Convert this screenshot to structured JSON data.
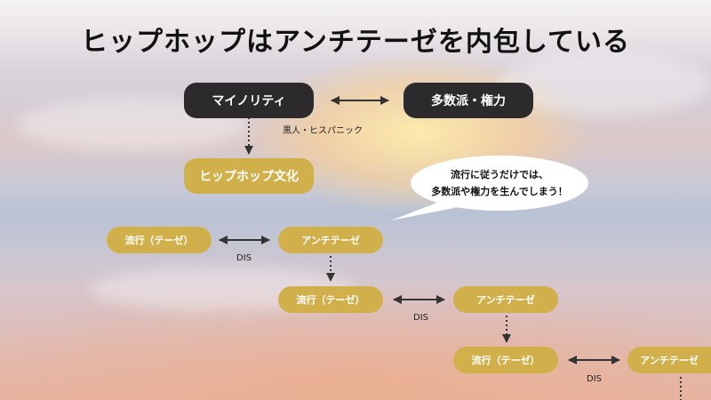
{
  "title": "ヒップホップはアンチテーゼを内包している",
  "nodes": {
    "minority": "マイノリティ",
    "majority": "多数派・権力",
    "hiphop": "ヒップホップ文化",
    "thesis_1": "流行（テーゼ）",
    "antithesis_1": "アンチテーゼ",
    "thesis_2": "流行（テーゼ）",
    "antithesis_2": "アンチテーゼ",
    "thesis_3": "流行（テーゼ）",
    "antithesis_3": "アンチテーゼ"
  },
  "labels": {
    "minority_example": "黒人・ヒスパニック",
    "dis_1": "DIS",
    "dis_2": "DIS",
    "dis_3": "DIS"
  },
  "bubble": {
    "line1": "流行に従うだけでは、",
    "line2": "多数派や権力を生んでしまう！"
  },
  "colors": {
    "dark_pill": "#2c2a2c",
    "gold_pill": "#d1b04c",
    "arrow": "#333333"
  }
}
